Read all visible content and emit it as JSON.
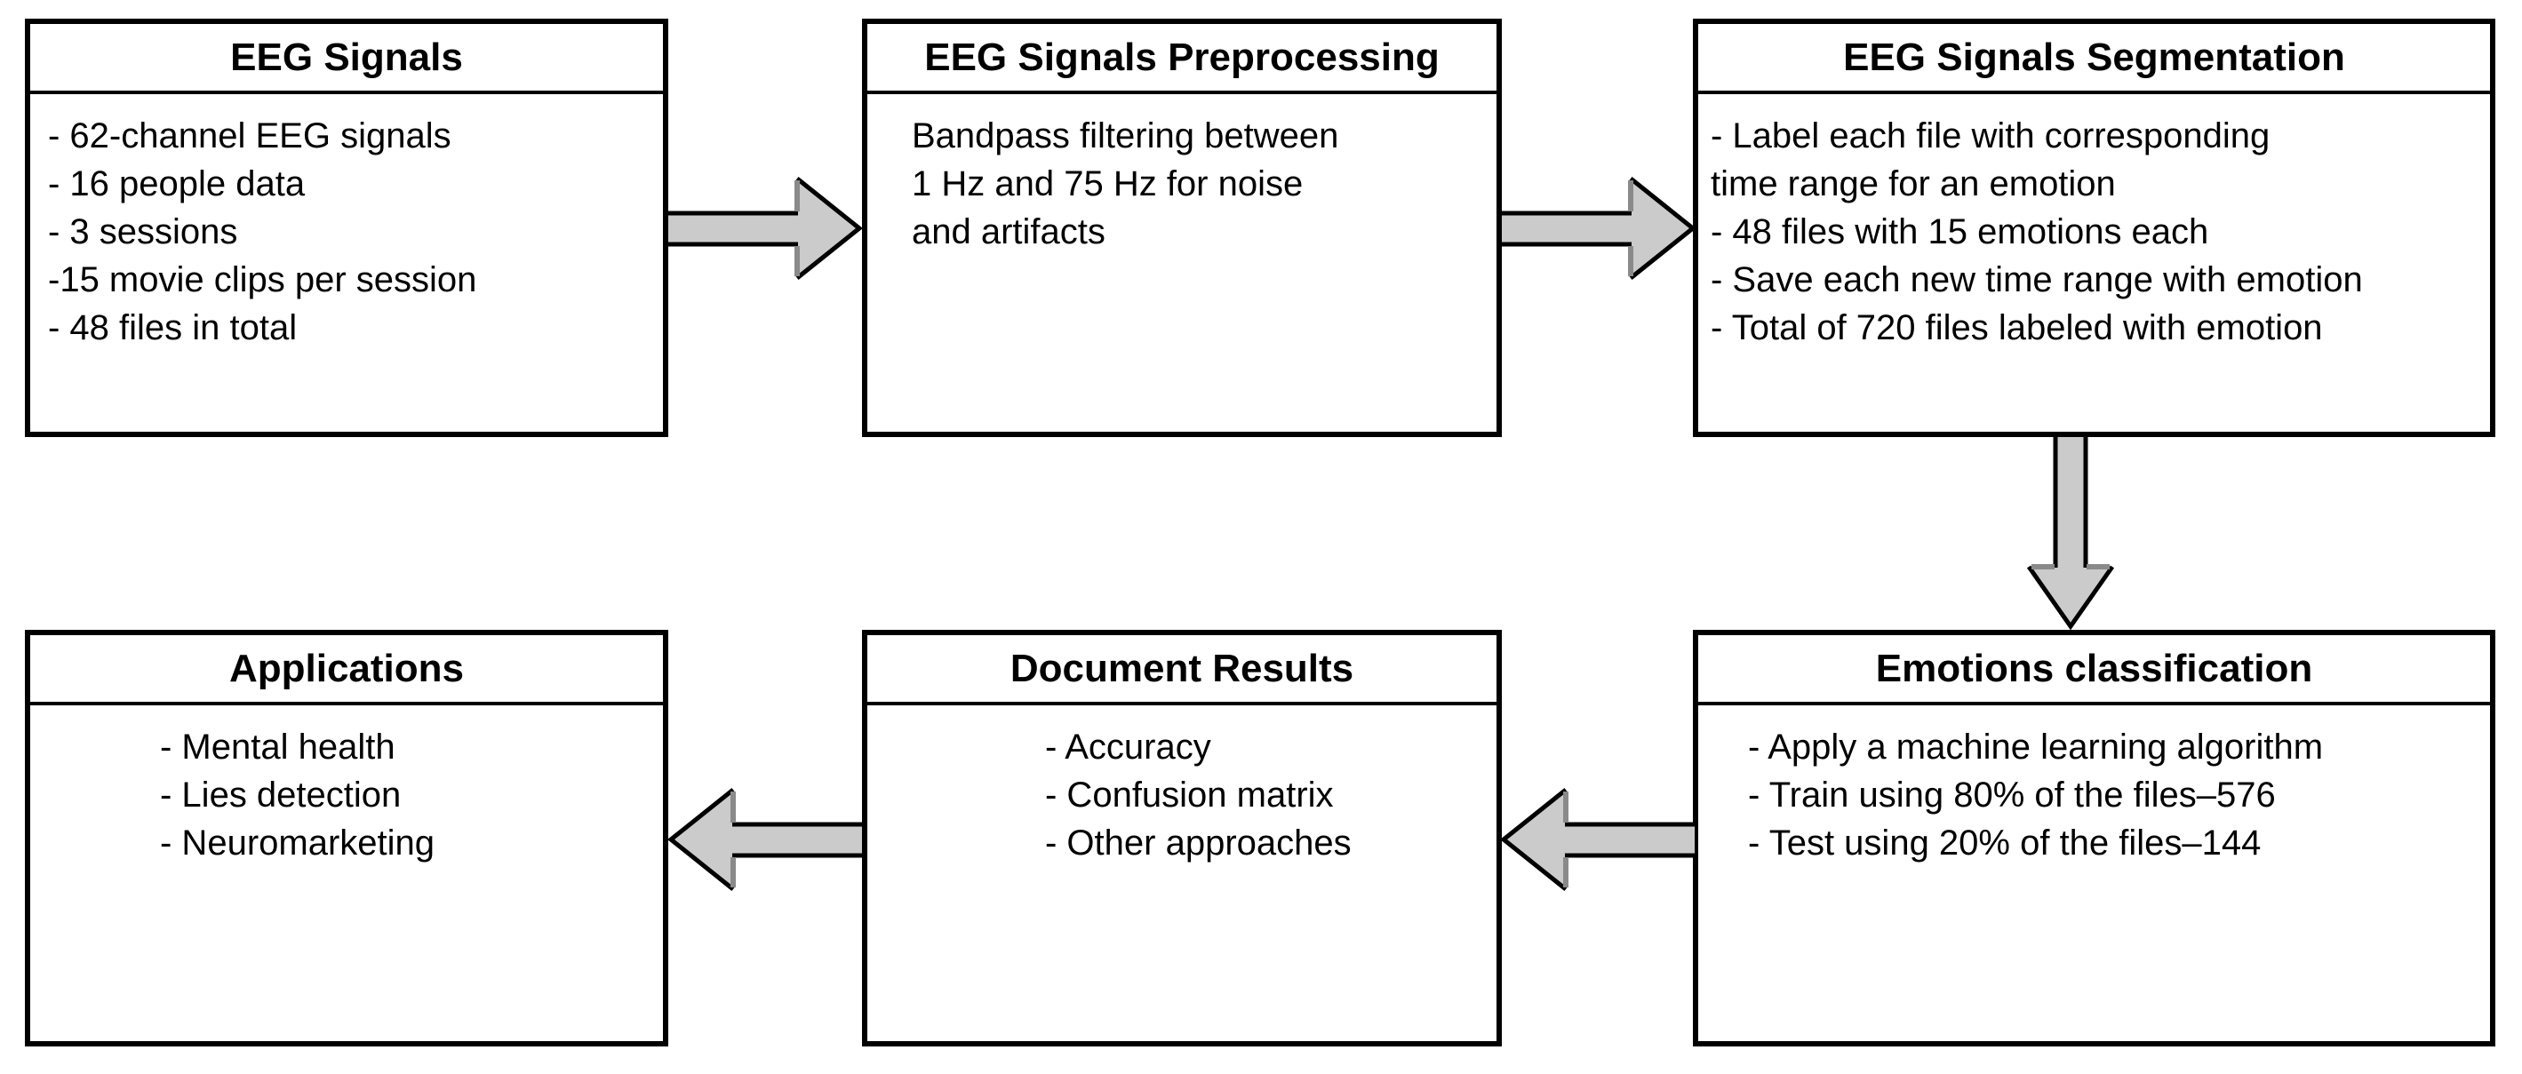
{
  "diagram": {
    "boxes": [
      {
        "id": "eeg-signals",
        "title": "EEG Signals",
        "lines": [
          "- 62-channel EEG signals",
          "- 16 people data",
          "- 3 sessions",
          "-15 movie clips per session",
          "- 48 files in total"
        ]
      },
      {
        "id": "eeg-signals-preprocessing",
        "title": "EEG Signals Preprocessing",
        "lines": [
          "Bandpass filtering between",
          "1 Hz and 75 Hz for noise",
          "and artifacts"
        ]
      },
      {
        "id": "eeg-signals-segmentation",
        "title": "EEG Signals Segmentation",
        "lines": [
          "- Label each file with corresponding",
          "time range for an emotion",
          "- 48 files with 15 emotions each",
          "- Save each new time range with emotion",
          "- Total of 720 files labeled with emotion"
        ]
      },
      {
        "id": "applications",
        "title": "Applications",
        "lines": [
          "- Mental health",
          "- Lies detection",
          "- Neuromarketing"
        ]
      },
      {
        "id": "document-results",
        "title": "Document Results",
        "lines": [
          "- Accuracy",
          "- Confusion matrix",
          "- Other approaches"
        ]
      },
      {
        "id": "emotions-classification",
        "title": "Emotions classification",
        "lines": [
          "- Apply a machine learning algorithm",
          "- Train using 80% of the files–576",
          "- Test using 20% of the files–144"
        ]
      }
    ],
    "colors": {
      "arrow_fill": "#cbcbcb",
      "arrow_back_edge": "#8a8a8a",
      "outline": "#000000",
      "background": "#ffffff"
    }
  }
}
